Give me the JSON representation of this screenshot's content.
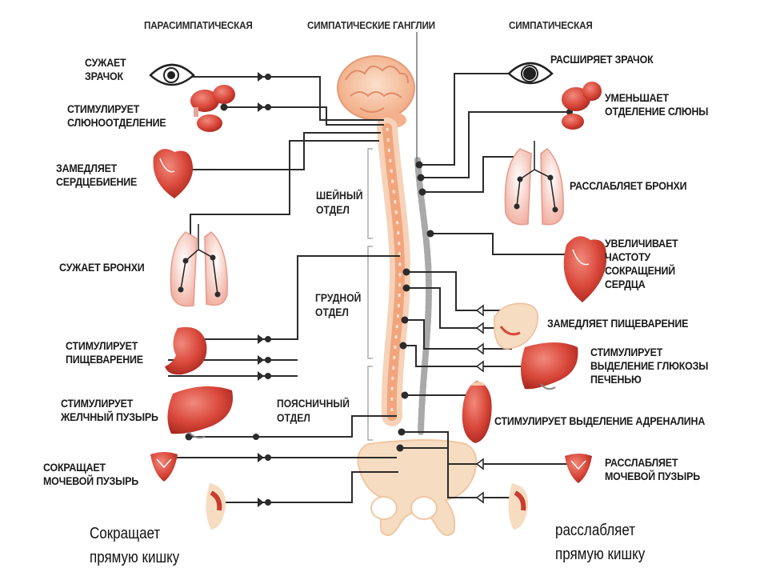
{
  "headings": {
    "parasympathetic": "ПАРАСИМПАТИЧЕСКАЯ",
    "ganglia": "СИМПАТИЧЕСКИЕ ГАНГЛИИ",
    "sympathetic": "СИМПАТИЧЕСКАЯ"
  },
  "sections": {
    "cervical": "ШЕЙНЫЙ\nОТДЕЛ",
    "thoracic": "ГРУДНОЙ\nОТДЕЛ",
    "lumbar": "ПОЯСНИЧНЫЙ\nОТДЕЛ"
  },
  "parasympathetic_effects": [
    {
      "text": "СУЖАЕТ\nЗРАЧОК",
      "organ": "eye"
    },
    {
      "text": "СТИМУЛИРУЕТ\nСЛЮНООТДЕЛЕНИЕ",
      "organ": "salivary-gland"
    },
    {
      "text": "ЗАМЕДЛЯЕТ\nСЕРДЦЕБИЕНИЕ",
      "organ": "heart"
    },
    {
      "text": "СУЖАЕТ БРОНХИ",
      "organ": "lungs"
    },
    {
      "text": "СТИМУЛИРУЕТ\nПИЩЕВАРЕНИЕ",
      "organ": "stomach"
    },
    {
      "text": "СТИМУЛИРУЕТ\nЖЕЛЧНЫЙ ПУЗЫРЬ",
      "organ": "liver"
    },
    {
      "text": "СОКРАЩАЕТ\nМОЧЕВОЙ ПУЗЫРЬ",
      "organ": "bladder"
    },
    {
      "text": "Сокращает\nпрямую кишку",
      "organ": "rectum"
    }
  ],
  "sympathetic_effects": [
    {
      "text": "РАСШИРЯЕТ ЗРАЧОК",
      "organ": "eye"
    },
    {
      "text": "УМЕНЬШАЕТ\nОТДЕЛЕНИЕ СЛЮНЫ",
      "organ": "salivary-gland"
    },
    {
      "text": "РАССЛАБЛЯЕТ БРОНХИ",
      "organ": "lungs"
    },
    {
      "text": "УВЕЛИЧИВАЕТ\nЧАСТОТУ\nСОКРАЩЕНИЙ\nСЕРДЦА",
      "organ": "heart"
    },
    {
      "text": "ЗАМЕДЛЯЕТ ПИЩЕВАРЕНИЕ",
      "organ": "stomach"
    },
    {
      "text": "СТИМУЛИРУЕТ\nВЫДЕЛЕНИЕ ГЛЮКОЗЫ\nПЕЧЕНЬЮ",
      "organ": "liver"
    },
    {
      "text": "СТИМУЛИРУЕТ ВЫДЕЛЕНИЕ АДРЕНАЛИНА",
      "organ": "adrenal-gland"
    },
    {
      "text": "РАССЛАБЛЯЕТ\nМОЧЕВОЙ ПУЗЫРЬ",
      "organ": "bladder"
    },
    {
      "text": "расслабляет\nпрямую кишку",
      "organ": "rectum"
    }
  ],
  "colors": {
    "organ": "#d9473a",
    "organ_light": "#f3b9ae",
    "spine": "#f2b48c",
    "bone": "#f6dcc0",
    "ganglia": "#9a9a9a",
    "line": "#2b2b2b"
  }
}
